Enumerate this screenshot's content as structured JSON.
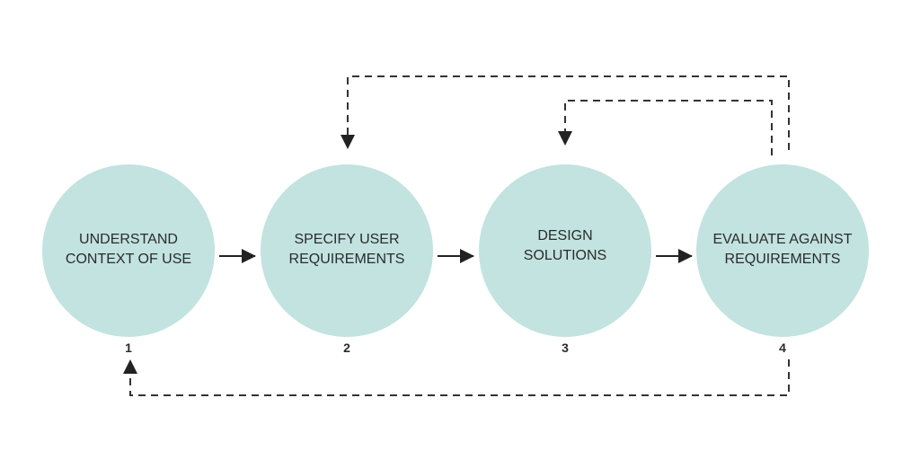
{
  "colors": {
    "circle": "#c2e3e0",
    "line": "#2b2b2b",
    "background": "#ffffff"
  },
  "steps": [
    {
      "number": "1",
      "line1": "UNDERSTAND",
      "line2": "CONTEXT OF USE"
    },
    {
      "number": "2",
      "line1": "SPECIFY USER",
      "line2": "REQUIREMENTS"
    },
    {
      "number": "3",
      "line1": "DESIGN",
      "line2": "SOLUTIONS"
    },
    {
      "number": "4",
      "line1": "EVALUATE AGAINST",
      "line2": "REQUIREMENTS"
    }
  ]
}
